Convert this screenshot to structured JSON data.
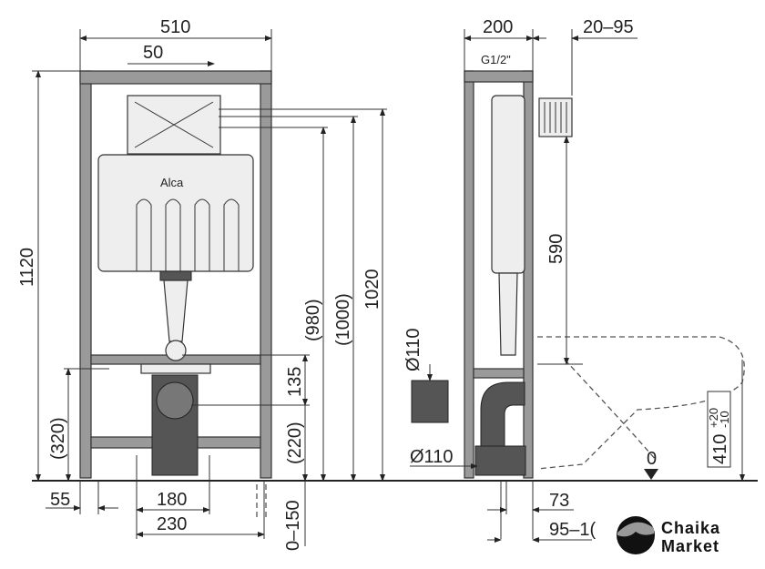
{
  "front_view": {
    "brand": "Alca",
    "width_total": "510",
    "offset_top": "50",
    "height_total": "1120",
    "height_980": "(980)",
    "height_1000": "(1000)",
    "height_1020": "1020",
    "dim_135": "135",
    "dim_220": "(220)",
    "dim_320": "(320)",
    "dim_55": "55",
    "dim_180": "180",
    "dim_230": "230",
    "dim_0_150": "0–150"
  },
  "side_view": {
    "depth": "200",
    "connector_range": "20–95",
    "thread": "G1/2\"",
    "dim_590": "590",
    "pipe_diameter_upper": "Ø110",
    "pipe_diameter_lower": "Ø110",
    "dim_73": "73",
    "dim_95_10": "95–1(",
    "height_410": "410",
    "tol_plus": "+20",
    "tol_minus": "-10",
    "floor_level": "0"
  },
  "logo": {
    "line1": "Chaika",
    "line2": "Market"
  }
}
